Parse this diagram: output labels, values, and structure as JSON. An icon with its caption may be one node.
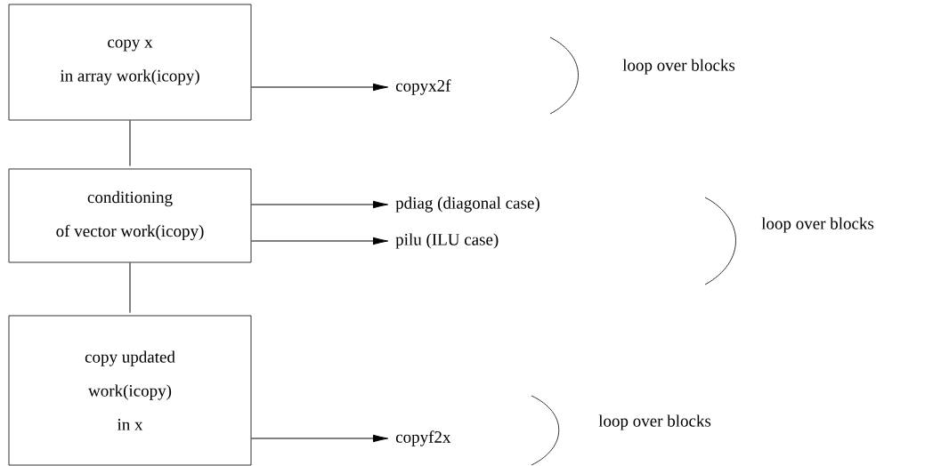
{
  "diagram": {
    "nodes": [
      {
        "text": [
          "copy x",
          "in array work(icopy)"
        ]
      },
      {
        "text": [
          "conditioning",
          "of vector work(icopy)"
        ]
      },
      {
        "text": [
          "copy updated",
          "work(icopy)",
          "in x"
        ]
      },
      {
        "text": [
          "copyx2f"
        ]
      },
      {
        "text": [
          "pdiag (diagonal case)"
        ]
      },
      {
        "text": [
          "pilu (ILU case)"
        ]
      },
      {
        "text": [
          "copyf2x"
        ]
      }
    ],
    "edges": [
      {
        "from": 0,
        "to": 3,
        "arrow": "to"
      },
      {
        "from": 1,
        "to": 4,
        "arrow": "to"
      },
      {
        "from": 1,
        "to": 5,
        "arrow": "to"
      },
      {
        "from": 2,
        "to": 6,
        "arrow": "to"
      },
      {
        "from": 0,
        "to": 1,
        "arrow": "none"
      },
      {
        "from": 1,
        "to": 2,
        "arrow": "none"
      }
    ],
    "labels": [
      "loop over blocks",
      "loop over blocks",
      "loop over blocks"
    ]
  }
}
